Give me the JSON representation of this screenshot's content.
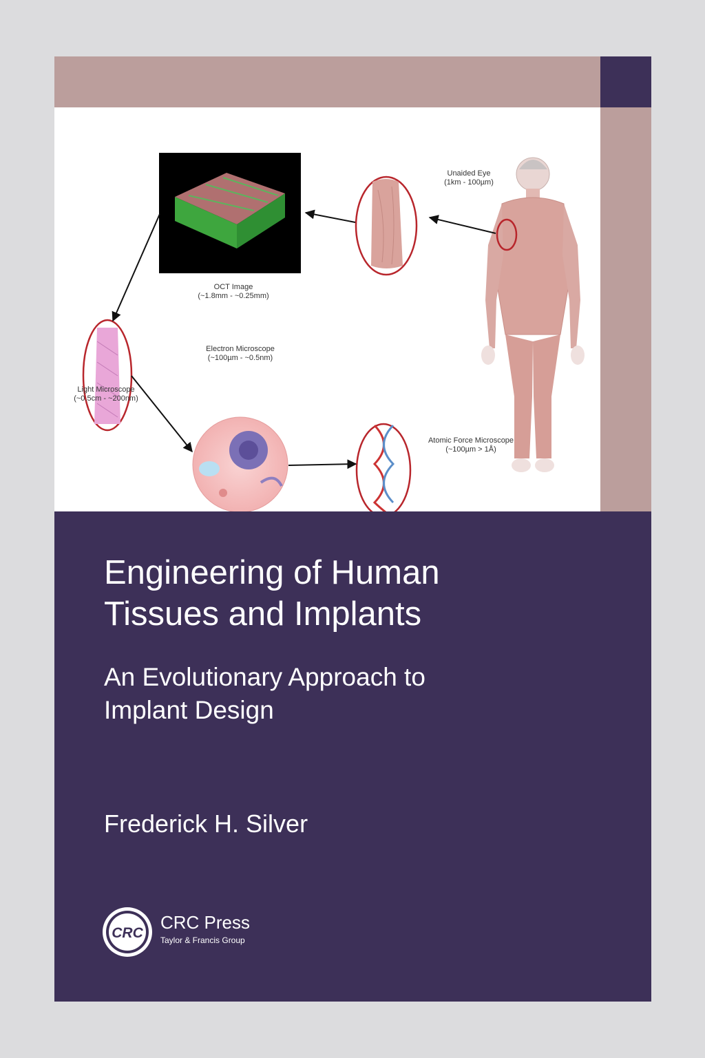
{
  "diagram": {
    "labels": {
      "unaided_eye": [
        "Unaided Eye",
        "(1km - 100µm)"
      ],
      "oct": [
        "OCT Image",
        "(~1.8mm - ~0.25mm)"
      ],
      "light": [
        "Light Microscope",
        "(~0.5cm - ~200nm)"
      ],
      "electron": [
        "Electron Microscope",
        "(~100µm - ~0.5nm)"
      ],
      "afm": [
        "Atomic Force Microscope",
        "(~100µm > 1Å)"
      ]
    }
  },
  "book": {
    "title_line1": "Engineering of Human",
    "title_line2": "Tissues and Implants",
    "subtitle_line1": "An Evolutionary Approach to",
    "subtitle_line2": "Implant Design",
    "author": "Frederick H. Silver"
  },
  "publisher": {
    "logo_text": "CRC",
    "name": "CRC Press",
    "group": "Taylor & Francis Group"
  },
  "colors": {
    "purple": "#3d3058",
    "mauve": "#bb9e9c",
    "circle_red": "#b8262c"
  }
}
